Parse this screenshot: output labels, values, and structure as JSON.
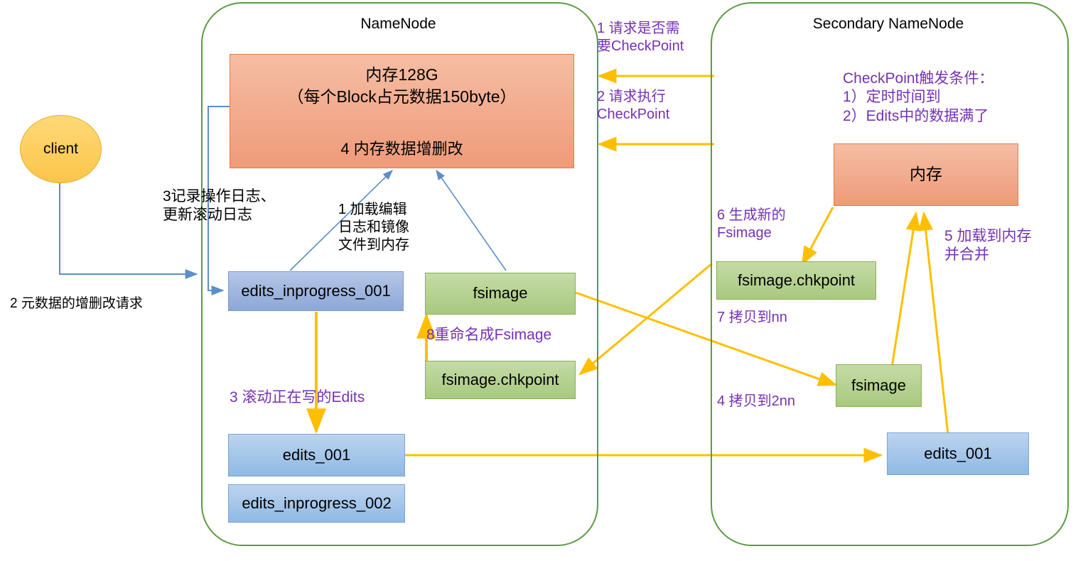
{
  "containers": [
    {
      "title": "NameNode"
    },
    {
      "title": "Secondary NameNode"
    }
  ],
  "client": {
    "label": "client"
  },
  "namenode": {
    "memory": {
      "line1": "内存128G",
      "line2": "（每个Block占元数据150byte）",
      "line3": "4 内存数据增删改"
    },
    "edits_inprogress_001": "edits_inprogress_001",
    "fsimage": "fsimage",
    "fsimage_chkpoint": "fsimage.chkpoint",
    "edits_001": "edits_001",
    "edits_inprogress_002": "edits_inprogress_002"
  },
  "secondary": {
    "trigger_note": "CheckPoint触发条件：\n1）定时时间到\n2）Edits中的数据满了",
    "memory": "内存",
    "fsimage_chkpoint": "fsimage.chkpoint",
    "fsimage": "fsimage",
    "edits_001": "edits_001"
  },
  "labels": {
    "client_request": "2 元数据的增删改请求",
    "record_log": "3记录操作日志、\n更新滚动日志",
    "load_edit_log": "1 加载编辑\n日志和镜像\n文件到内存",
    "roll_edits": "3 滚动正在写的Edits",
    "rename_fsimage": "8重命名成Fsimage",
    "request_need_checkpoint": "1 请求是否需\n要CheckPoint",
    "request_do_checkpoint": "2 请求执行\nCheckPoint",
    "generate_new_fsimage": "6 生成新的\nFsimage",
    "copy_to_nn": "7 拷贝到nn",
    "copy_to_2nn": "4 拷贝到2nn",
    "load_to_memory_merge": "5 加载到内存\n并合并"
  },
  "colors": {
    "container_border": "#5b9b41",
    "memory_fill": "#ee9b79",
    "edits_fill": "#8ca7d6",
    "fsimage_fill": "#a8c97f",
    "client_fill": "#fbc54a",
    "arrow_orange": "#ffbf00",
    "arrow_blue": "#5b8fc9",
    "label_purple": "#7631b5"
  }
}
